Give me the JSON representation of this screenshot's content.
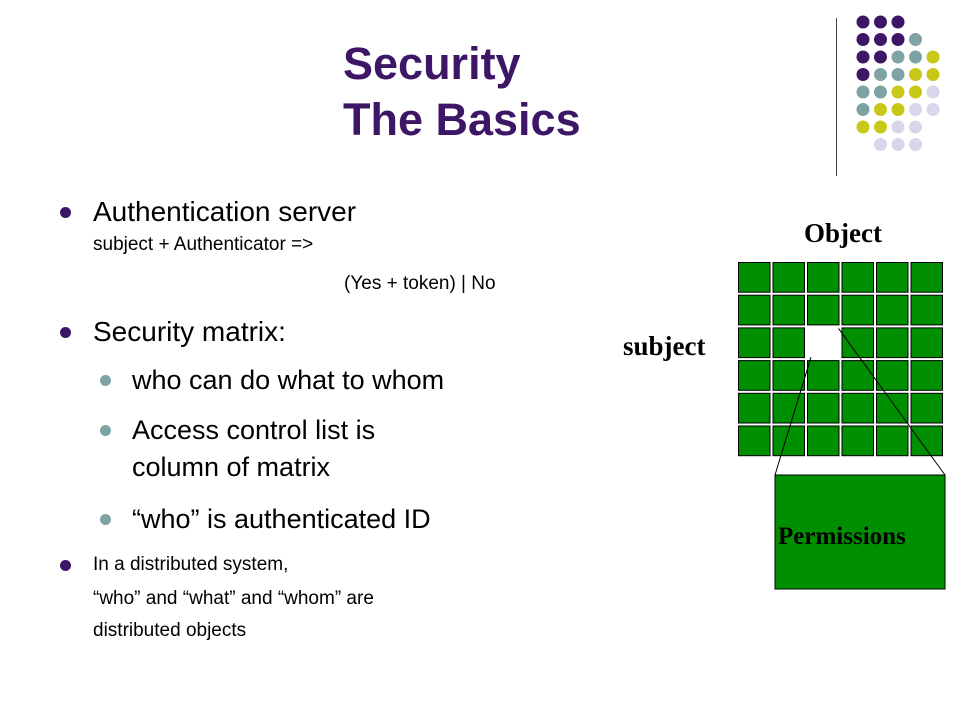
{
  "title": {
    "line1": "Security",
    "line2": "The Basics"
  },
  "bullets": {
    "auth_heading": "Authentication server",
    "auth_line1": "subject + Authenticator =>",
    "auth_line2": "(Yes + token) | No",
    "matrix_heading": "Security matrix:",
    "sub1": "who can do what to whom",
    "sub2_line1": "Access control list is",
    "sub2_line2": "column of matrix",
    "sub3": "“who” is authenticated ID",
    "dist_line1": "In a distributed system,",
    "dist_line2": "“who” and “what” and “whom” are",
    "dist_line3": "distributed objects"
  },
  "diagram": {
    "object_label": "Object",
    "subject_label": "subject",
    "permissions_label": "Permissions",
    "rows": 6,
    "cols": 6,
    "highlight_cell": {
      "row": 2,
      "col": 2
    }
  },
  "colors": {
    "title": "#3d1666",
    "bullet_primary": "#3d1666",
    "bullet_secondary": "#7fa3a3",
    "matrix_fill": "#008f00",
    "matrix_grid": "#000000",
    "dot_purple": "#3d1666",
    "dot_teal": "#7fa3a3",
    "dot_olive": "#c8c818",
    "dot_lavender": "#d8d6ea"
  },
  "dot_pattern": [
    [
      "purple",
      "purple",
      "purple",
      "",
      ""
    ],
    [
      "purple",
      "purple",
      "purple",
      "teal",
      ""
    ],
    [
      "purple",
      "purple",
      "teal",
      "teal",
      "olive"
    ],
    [
      "purple",
      "teal",
      "teal",
      "olive",
      "olive"
    ],
    [
      "teal",
      "teal",
      "olive",
      "olive",
      "lavender"
    ],
    [
      "teal",
      "olive",
      "olive",
      "lavender",
      "lavender"
    ],
    [
      "olive",
      "olive",
      "lavender",
      "lavender",
      ""
    ],
    [
      "",
      "lavender",
      "lavender",
      "lavender",
      ""
    ]
  ]
}
